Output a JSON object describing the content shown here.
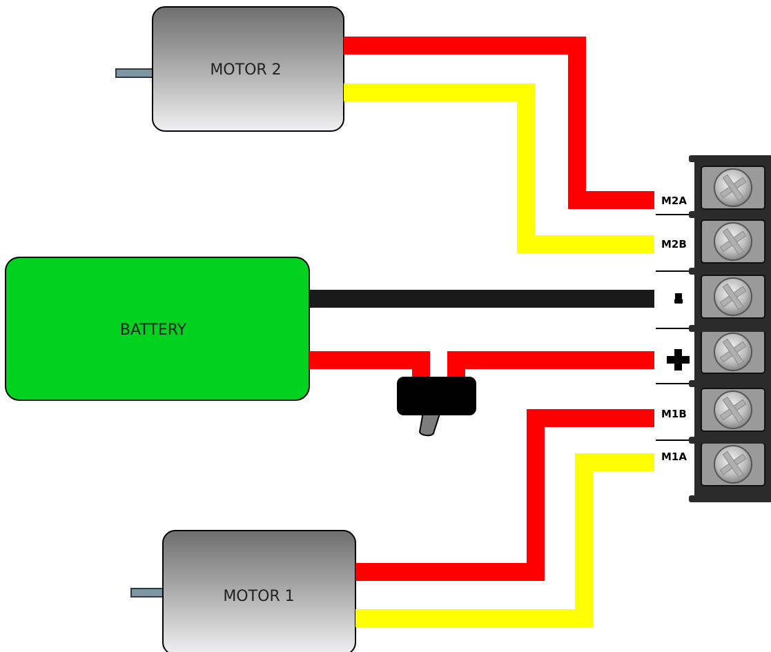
{
  "components": {
    "motor2": {
      "label": "MOTOR 2"
    },
    "motor1": {
      "label": "MOTOR 1"
    },
    "battery": {
      "label": "BATTERY"
    }
  },
  "terminals": {
    "m2a": "M2A",
    "m2b": "M2B",
    "neg": "-",
    "pos": "+",
    "m1b": "M1B",
    "m1a": "M1A"
  },
  "colors": {
    "wire_red": "#ff0000",
    "wire_yellow": "#ffff00",
    "wire_black": "#1a1a1a",
    "battery_green": "#00d21f",
    "terminal_block": "#2b2b2b"
  },
  "icons": [
    "shaft-icon",
    "toggle-switch-icon",
    "screw-terminal-icon"
  ]
}
